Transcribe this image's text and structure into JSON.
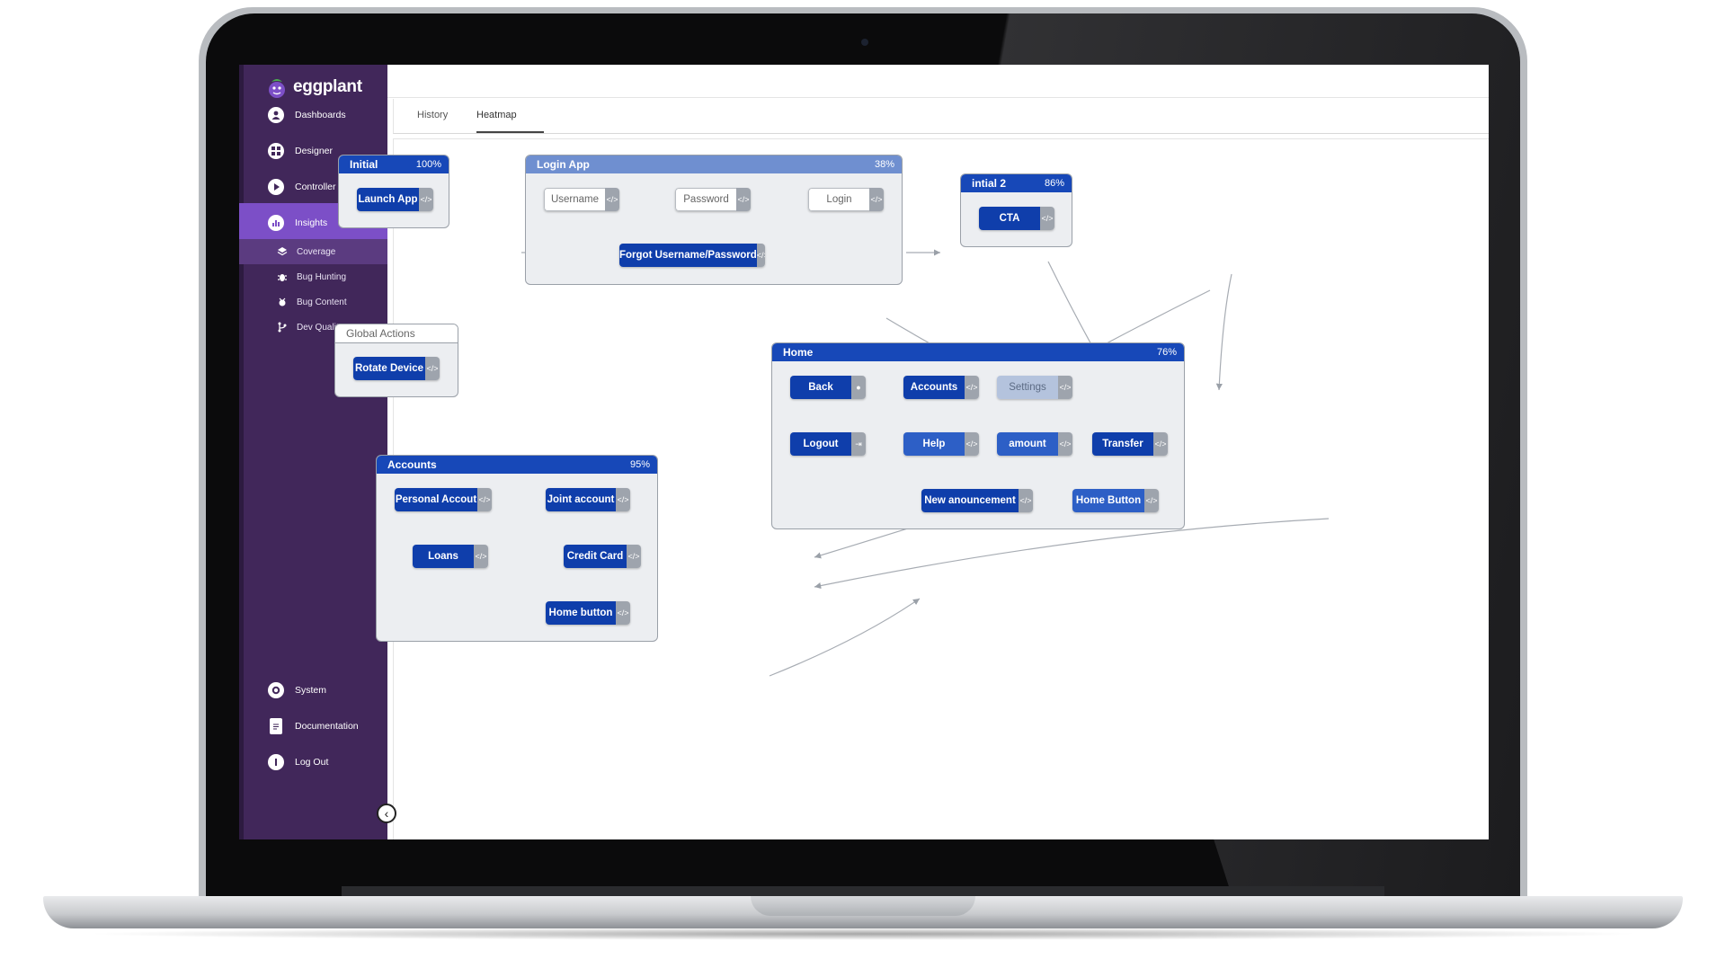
{
  "app": {
    "logo_text": "eggplant"
  },
  "sidebar": {
    "items": [
      {
        "label": "Dashboards",
        "icon": "user-circle-icon"
      },
      {
        "label": "Designer",
        "icon": "designer-icon"
      },
      {
        "label": "Controller",
        "icon": "play-icon"
      },
      {
        "label": "Insights",
        "icon": "insights-icon",
        "active": true
      }
    ],
    "subitems": [
      {
        "label": "Coverage",
        "icon": "layers-icon",
        "active": true
      },
      {
        "label": "Bug Hunting",
        "icon": "bug-icon"
      },
      {
        "label": "Bug Content",
        "icon": "bug-content-icon"
      },
      {
        "label": "Dev Quality",
        "icon": "branch-icon"
      }
    ],
    "bottom": [
      {
        "label": "System",
        "icon": "gear-icon"
      },
      {
        "label": "Documentation",
        "icon": "document-icon"
      },
      {
        "label": "Log Out",
        "icon": "logout-icon"
      }
    ],
    "colors": {
      "background": "#41275a",
      "active": "#7c4fc7"
    }
  },
  "tabs": [
    {
      "label": "History"
    },
    {
      "label": "Heatmap",
      "active": true
    }
  ],
  "groups": {
    "initial": {
      "title": "Initial",
      "coverage": "100%",
      "nodes": {
        "launch": "Launch App"
      }
    },
    "login": {
      "title": "Login App",
      "coverage": "38%",
      "nodes": {
        "username": "Username",
        "password": "Password",
        "login": "Login",
        "forgot": "Forgot Username/Password"
      }
    },
    "initial2": {
      "title": "intial 2",
      "coverage": "86%",
      "nodes": {
        "cta": "CTA"
      }
    },
    "global": {
      "title": "Global Actions",
      "nodes": {
        "rotate": "Rotate Device"
      }
    },
    "home": {
      "title": "Home",
      "coverage": "76%",
      "nodes": {
        "back": "Back",
        "accounts": "Accounts",
        "settings": "Settings",
        "logout": "Logout",
        "help": "Help",
        "amount": "amount",
        "transfer": "Transfer",
        "announcement": "New anouncement",
        "homebutton": "Home Button"
      }
    },
    "accounts": {
      "title": "Accounts",
      "coverage": "95%",
      "nodes": {
        "personal": "Personal Accout",
        "joint": "Joint account",
        "loans": "Loans",
        "credit": "Credit Card",
        "homebutton": "Home button"
      }
    }
  },
  "icons": {
    "code": "</>",
    "collapse": "chevron-left-icon"
  }
}
